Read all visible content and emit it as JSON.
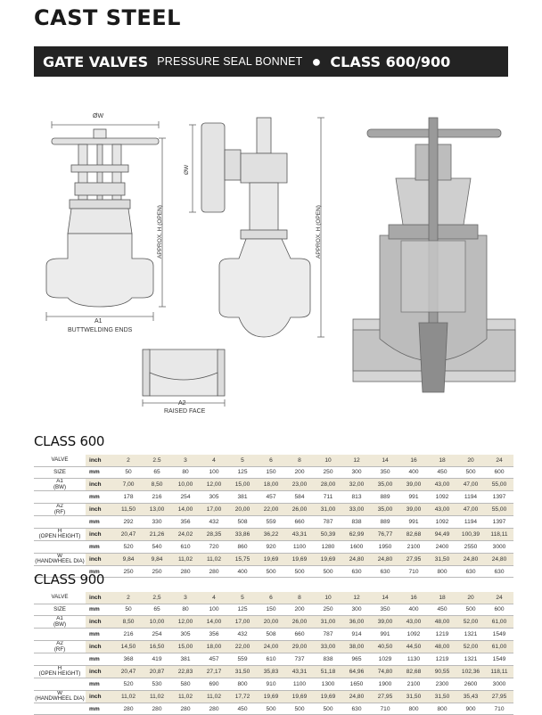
{
  "page": {
    "title": "CAST STEEL",
    "banner_main": "GATE VALVES",
    "banner_sub": "PRESSURE SEAL BONNET",
    "banner_bullet": "●",
    "banner_class": "CLASS 600/900"
  },
  "drawings": {
    "label_w_front": "ØW",
    "label_w_side": "ØW",
    "label_h_front": "APPROX. H (OPEN)",
    "label_h_side": "APPROX. H (OPEN)",
    "label_a1": "A1",
    "label_buttwelding": "BUTTWELDING ENDS",
    "label_a2": "A2",
    "label_raised_face": "RAISED FACE"
  },
  "tables": [
    {
      "heading": "CLASS 600",
      "rows": [
        {
          "name": "VALVE",
          "unit": "inch",
          "shade": true,
          "values": [
            "2",
            "2.5",
            "3",
            "4",
            "5",
            "6",
            "8",
            "10",
            "12",
            "14",
            "16",
            "18",
            "20",
            "24"
          ]
        },
        {
          "name": "SIZE",
          "unit": "mm",
          "shade": false,
          "values": [
            "50",
            "65",
            "80",
            "100",
            "125",
            "150",
            "200",
            "250",
            "300",
            "350",
            "400",
            "450",
            "500",
            "600"
          ]
        },
        {
          "name": "A1\n(BW)",
          "unit": "inch",
          "shade": true,
          "values": [
            "7,00",
            "8,50",
            "10,00",
            "12,00",
            "15,00",
            "18,00",
            "23,00",
            "28,00",
            "32,00",
            "35,00",
            "39,00",
            "43,00",
            "47,00",
            "55,00"
          ]
        },
        {
          "name": "",
          "unit": "mm",
          "shade": false,
          "values": [
            "178",
            "216",
            "254",
            "305",
            "381",
            "457",
            "584",
            "711",
            "813",
            "889",
            "991",
            "1092",
            "1194",
            "1397"
          ]
        },
        {
          "name": "A2\n(RF)",
          "unit": "inch",
          "shade": true,
          "values": [
            "11,50",
            "13,00",
            "14,00",
            "17,00",
            "20,00",
            "22,00",
            "26,00",
            "31,00",
            "33,00",
            "35,00",
            "39,00",
            "43,00",
            "47,00",
            "55,00"
          ]
        },
        {
          "name": "",
          "unit": "mm",
          "shade": false,
          "values": [
            "292",
            "330",
            "356",
            "432",
            "508",
            "559",
            "660",
            "787",
            "838",
            "889",
            "991",
            "1092",
            "1194",
            "1397"
          ]
        },
        {
          "name": "H\n(OPEN HEIGHT)",
          "unit": "inch",
          "shade": true,
          "values": [
            "20,47",
            "21,26",
            "24,02",
            "28,35",
            "33,86",
            "36,22",
            "43,31",
            "50,39",
            "62,99",
            "76,77",
            "82,68",
            "94,49",
            "100,39",
            "118,11"
          ]
        },
        {
          "name": "",
          "unit": "mm",
          "shade": false,
          "values": [
            "520",
            "540",
            "610",
            "720",
            "860",
            "920",
            "1100",
            "1280",
            "1600",
            "1950",
            "2100",
            "2400",
            "2550",
            "3000"
          ]
        },
        {
          "name": "W\n(HANDWHEEL DIA)",
          "unit": "inch",
          "shade": true,
          "values": [
            "9,84",
            "9,84",
            "11,02",
            "11,02",
            "15,75",
            "19,69",
            "19,69",
            "19,69",
            "24,80",
            "24,80",
            "27,95",
            "31,50",
            "24,80",
            "24,80"
          ]
        },
        {
          "name": "",
          "unit": "mm",
          "shade": false,
          "values": [
            "250",
            "250",
            "280",
            "280",
            "400",
            "500",
            "500",
            "500",
            "630",
            "630",
            "710",
            "800",
            "630",
            "630"
          ]
        }
      ]
    },
    {
      "heading": "CLASS 900",
      "rows": [
        {
          "name": "VALVE",
          "unit": "inch",
          "shade": true,
          "values": [
            "2",
            "2,5",
            "3",
            "4",
            "5",
            "6",
            "8",
            "10",
            "12",
            "14",
            "16",
            "18",
            "20",
            "24"
          ]
        },
        {
          "name": "SIZE",
          "unit": "mm",
          "shade": false,
          "values": [
            "50",
            "65",
            "80",
            "100",
            "125",
            "150",
            "200",
            "250",
            "300",
            "350",
            "400",
            "450",
            "500",
            "600"
          ]
        },
        {
          "name": "A1\n(BW)",
          "unit": "inch",
          "shade": true,
          "values": [
            "8,50",
            "10,00",
            "12,00",
            "14,00",
            "17,00",
            "20,00",
            "26,00",
            "31,00",
            "36,00",
            "39,00",
            "43,00",
            "48,00",
            "52,00",
            "61,00"
          ]
        },
        {
          "name": "",
          "unit": "mm",
          "shade": false,
          "values": [
            "216",
            "254",
            "305",
            "356",
            "432",
            "508",
            "660",
            "787",
            "914",
            "991",
            "1092",
            "1219",
            "1321",
            "1549"
          ]
        },
        {
          "name": "A2\n(RF)",
          "unit": "inch",
          "shade": true,
          "values": [
            "14,50",
            "16,50",
            "15,00",
            "18,00",
            "22,00",
            "24,00",
            "29,00",
            "33,00",
            "38,00",
            "40,50",
            "44,50",
            "48,00",
            "52,00",
            "61,00"
          ]
        },
        {
          "name": "",
          "unit": "mm",
          "shade": false,
          "values": [
            "368",
            "419",
            "381",
            "457",
            "559",
            "610",
            "737",
            "838",
            "965",
            "1029",
            "1130",
            "1219",
            "1321",
            "1549"
          ]
        },
        {
          "name": "H\n(OPEN HEIGHT)",
          "unit": "inch",
          "shade": true,
          "values": [
            "20,47",
            "20,87",
            "22,83",
            "27,17",
            "31,50",
            "35,83",
            "43,31",
            "51,18",
            "64,96",
            "74,80",
            "82,68",
            "90,55",
            "102,36",
            "118,11"
          ]
        },
        {
          "name": "",
          "unit": "mm",
          "shade": false,
          "values": [
            "520",
            "530",
            "580",
            "690",
            "800",
            "910",
            "1100",
            "1300",
            "1650",
            "1900",
            "2100",
            "2300",
            "2600",
            "3000"
          ]
        },
        {
          "name": "W\n(HANDWHEEL DIA)",
          "unit": "inch",
          "shade": true,
          "values": [
            "11,02",
            "11,02",
            "11,02",
            "11,02",
            "17,72",
            "19,69",
            "19,69",
            "19,69",
            "24,80",
            "27,95",
            "31,50",
            "31,50",
            "35,43",
            "27,95"
          ]
        },
        {
          "name": "",
          "unit": "mm",
          "shade": false,
          "values": [
            "280",
            "280",
            "280",
            "280",
            "450",
            "500",
            "500",
            "500",
            "630",
            "710",
            "800",
            "800",
            "900",
            "710"
          ]
        }
      ]
    }
  ]
}
